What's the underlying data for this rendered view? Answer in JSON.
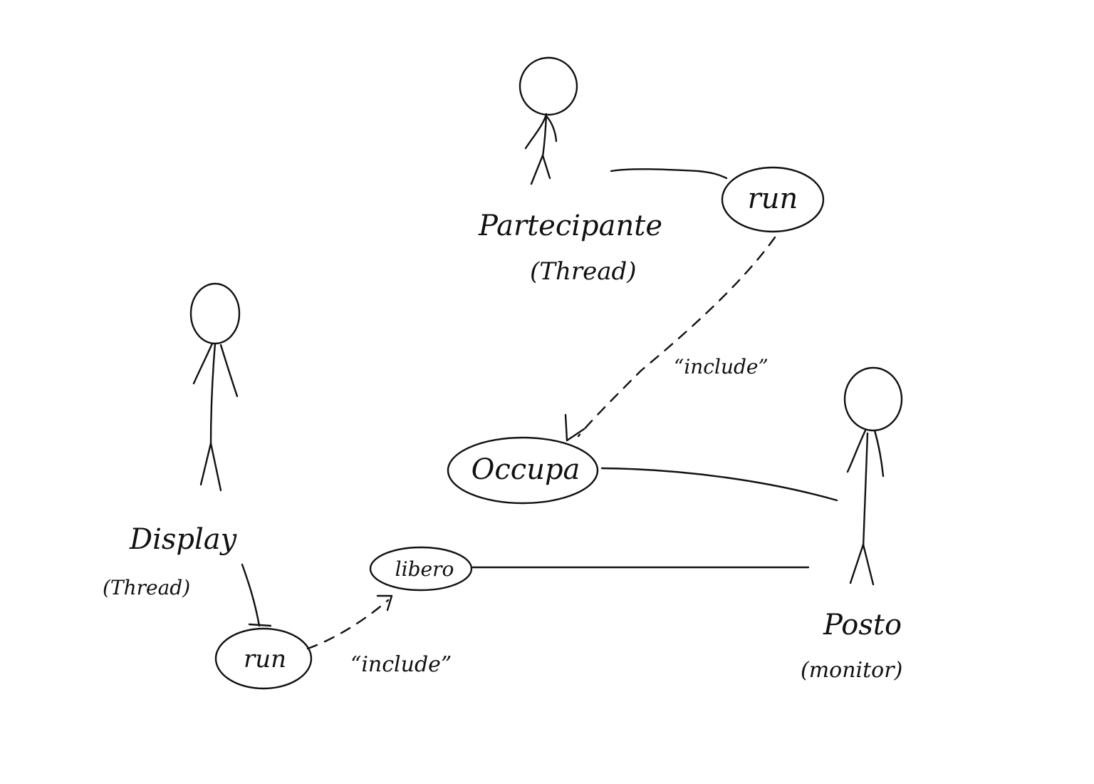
{
  "actors": [
    {
      "id": "partecipante",
      "name": "Partecipante",
      "stereotype": "(Thread)"
    },
    {
      "id": "display",
      "name": "Display",
      "stereotype": "(Thread)"
    },
    {
      "id": "posto",
      "name": "Posto",
      "stereotype": "(monitor)"
    }
  ],
  "use_cases": [
    {
      "id": "uc-run-top",
      "label": "run"
    },
    {
      "id": "uc-occupa",
      "label": "Occupa"
    },
    {
      "id": "uc-libero",
      "label": "libero"
    },
    {
      "id": "uc-run-bottom",
      "label": "run"
    }
  ],
  "relations": [
    {
      "from": "partecipante",
      "to": "uc-run-top",
      "kind": "association"
    },
    {
      "from": "uc-run-top",
      "to": "uc-occupa",
      "kind": "include",
      "label": "“include”"
    },
    {
      "from": "uc-occupa",
      "to": "posto",
      "kind": "association"
    },
    {
      "from": "display",
      "to": "uc-run-bottom",
      "kind": "association"
    },
    {
      "from": "uc-run-bottom",
      "to": "uc-libero",
      "kind": "include",
      "label": "“include”"
    },
    {
      "from": "uc-libero",
      "to": "posto",
      "kind": "association"
    }
  ]
}
